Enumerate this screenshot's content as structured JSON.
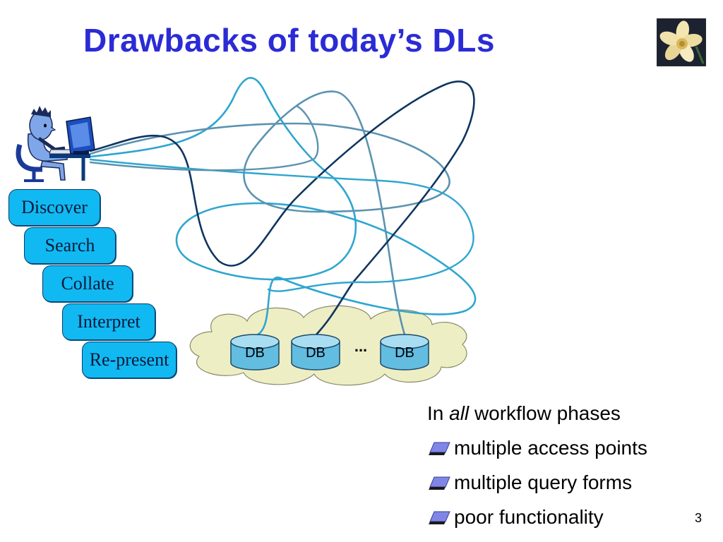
{
  "slide": {
    "title": "Drawbacks of today’s DLs",
    "page_number": "3"
  },
  "logo": {
    "icon": "daffodil-flower-logo-icon"
  },
  "user": {
    "icon": "user-at-computer-icon"
  },
  "workflow_phases": [
    {
      "label": "Discover"
    },
    {
      "label": "Search"
    },
    {
      "label": "Collate"
    },
    {
      "label": "Interpret"
    },
    {
      "label": "Re-present"
    }
  ],
  "databases": {
    "items": [
      {
        "label": "DB"
      },
      {
        "label": "DB"
      },
      {
        "label": "DB"
      }
    ],
    "ellipsis": "...",
    "cloud_color": "#eeeec4"
  },
  "colors": {
    "title": "#2b2bd6",
    "phase_fill": "#11b9f2",
    "link_light": "#2ea6cf",
    "link_mid": "#5b93b0",
    "link_dark": "#0f3560"
  },
  "notes": {
    "intro_prefix": "In",
    "intro_emphasis": "all",
    "intro_suffix": "workflow phases",
    "bullets": [
      {
        "text": "multiple access points"
      },
      {
        "text": "multiple query forms"
      },
      {
        "text": "poor functionality"
      }
    ]
  }
}
